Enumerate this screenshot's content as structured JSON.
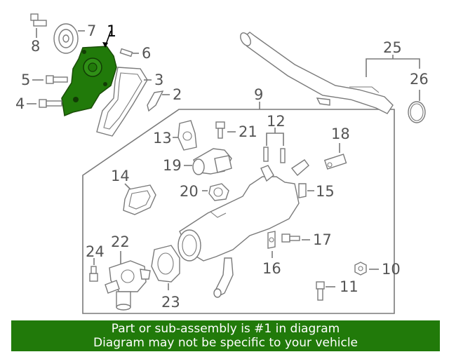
{
  "callouts": {
    "c1": "1",
    "c2": "2",
    "c3": "3",
    "c4": "4",
    "c5": "5",
    "c6": "6",
    "c7": "7",
    "c8": "8",
    "c9": "9",
    "c10": "10",
    "c11": "11",
    "c12": "12",
    "c13": "13",
    "c14": "14",
    "c15": "15",
    "c16": "16",
    "c17": "17",
    "c18": "18",
    "c19": "19",
    "c20": "20",
    "c21": "21",
    "c22": "22",
    "c23": "23",
    "c24": "24",
    "c25": "25",
    "c26": "26"
  },
  "highlight_color": "#217a0a",
  "banner": {
    "line1": "Part or sub-assembly is #1 in diagram",
    "line2": "Diagram may not be specific to your vehicle"
  }
}
